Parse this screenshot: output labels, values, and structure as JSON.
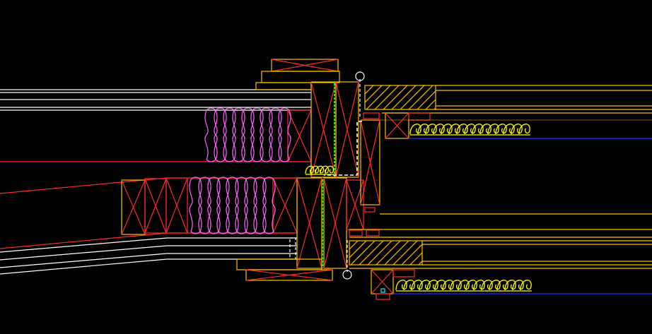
{
  "view": {
    "background": "#000000"
  },
  "palette": {
    "white": "#ffffff",
    "red": "#ff2a2a",
    "orange_yellow": "#ffc000",
    "yellow": "#ffff00",
    "green": "#00ff00",
    "magenta": "#ff66ff",
    "blue": "#2a2aff",
    "cyan": "#00ffff"
  },
  "layers": [
    {
      "name": "wall-lines",
      "color": "white"
    },
    {
      "name": "timber-members",
      "color": "red"
    },
    {
      "name": "outline",
      "color": "orange_yellow"
    },
    {
      "name": "insulation-batts",
      "color": "magenta"
    },
    {
      "name": "insulation-loose",
      "color": "yellow"
    },
    {
      "name": "membrane",
      "color": "green"
    },
    {
      "name": "ceiling-line",
      "color": "blue"
    }
  ]
}
